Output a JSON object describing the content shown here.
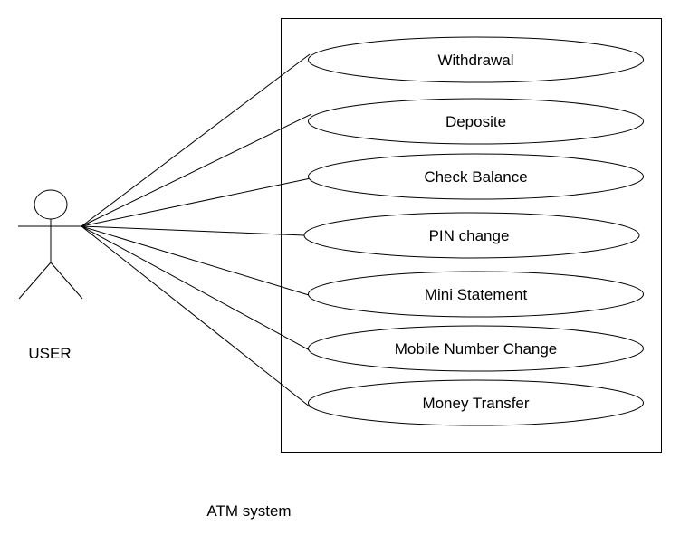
{
  "actor": {
    "label": "USER",
    "icon": "stick-figure-icon"
  },
  "system": {
    "caption": "ATM system"
  },
  "use_cases": [
    {
      "label": "Withdrawal"
    },
    {
      "label": "Deposite"
    },
    {
      "label": "Check Balance"
    },
    {
      "label": "PIN change"
    },
    {
      "label": "Mini Statement"
    },
    {
      "label": "Mobile Number Change"
    },
    {
      "label": "Money Transfer"
    }
  ],
  "colors": {
    "stroke": "#000000",
    "fill": "#ffffff",
    "text": "#000000"
  }
}
